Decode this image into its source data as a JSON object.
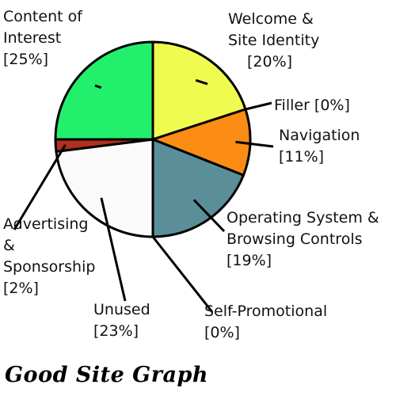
{
  "chart_data": {
    "type": "pie",
    "title": "Good Site Graph",
    "slices": [
      {
        "label_lines": [
          "Welcome &",
          "Site Identity",
          "[20%]"
        ],
        "value": 20,
        "color": "#f0fb4f"
      },
      {
        "label_lines": [
          "Filler [0%]"
        ],
        "value": 0,
        "color": "#ffffff"
      },
      {
        "label_lines": [
          "Navigation",
          "[11%]"
        ],
        "value": 11,
        "color": "#fb8c14"
      },
      {
        "label_lines": [
          "Operating System &",
          "Browsing Controls",
          "[19%]"
        ],
        "value": 19,
        "color": "#5a8f9a"
      },
      {
        "label_lines": [
          "Self-Promotional",
          "[0%]"
        ],
        "value": 0,
        "color": "#ffffff"
      },
      {
        "label_lines": [
          "Unused",
          "[23%]"
        ],
        "value": 23,
        "color": "#fafafa"
      },
      {
        "label_lines": [
          "Advertising",
          "&",
          "Sponsorship",
          "[2%]"
        ],
        "value": 2,
        "color": "#b32e1c"
      },
      {
        "label_lines": [
          "Content of",
          "Interest",
          "[25%]"
        ],
        "value": 25,
        "color": "#22f06c"
      }
    ]
  }
}
